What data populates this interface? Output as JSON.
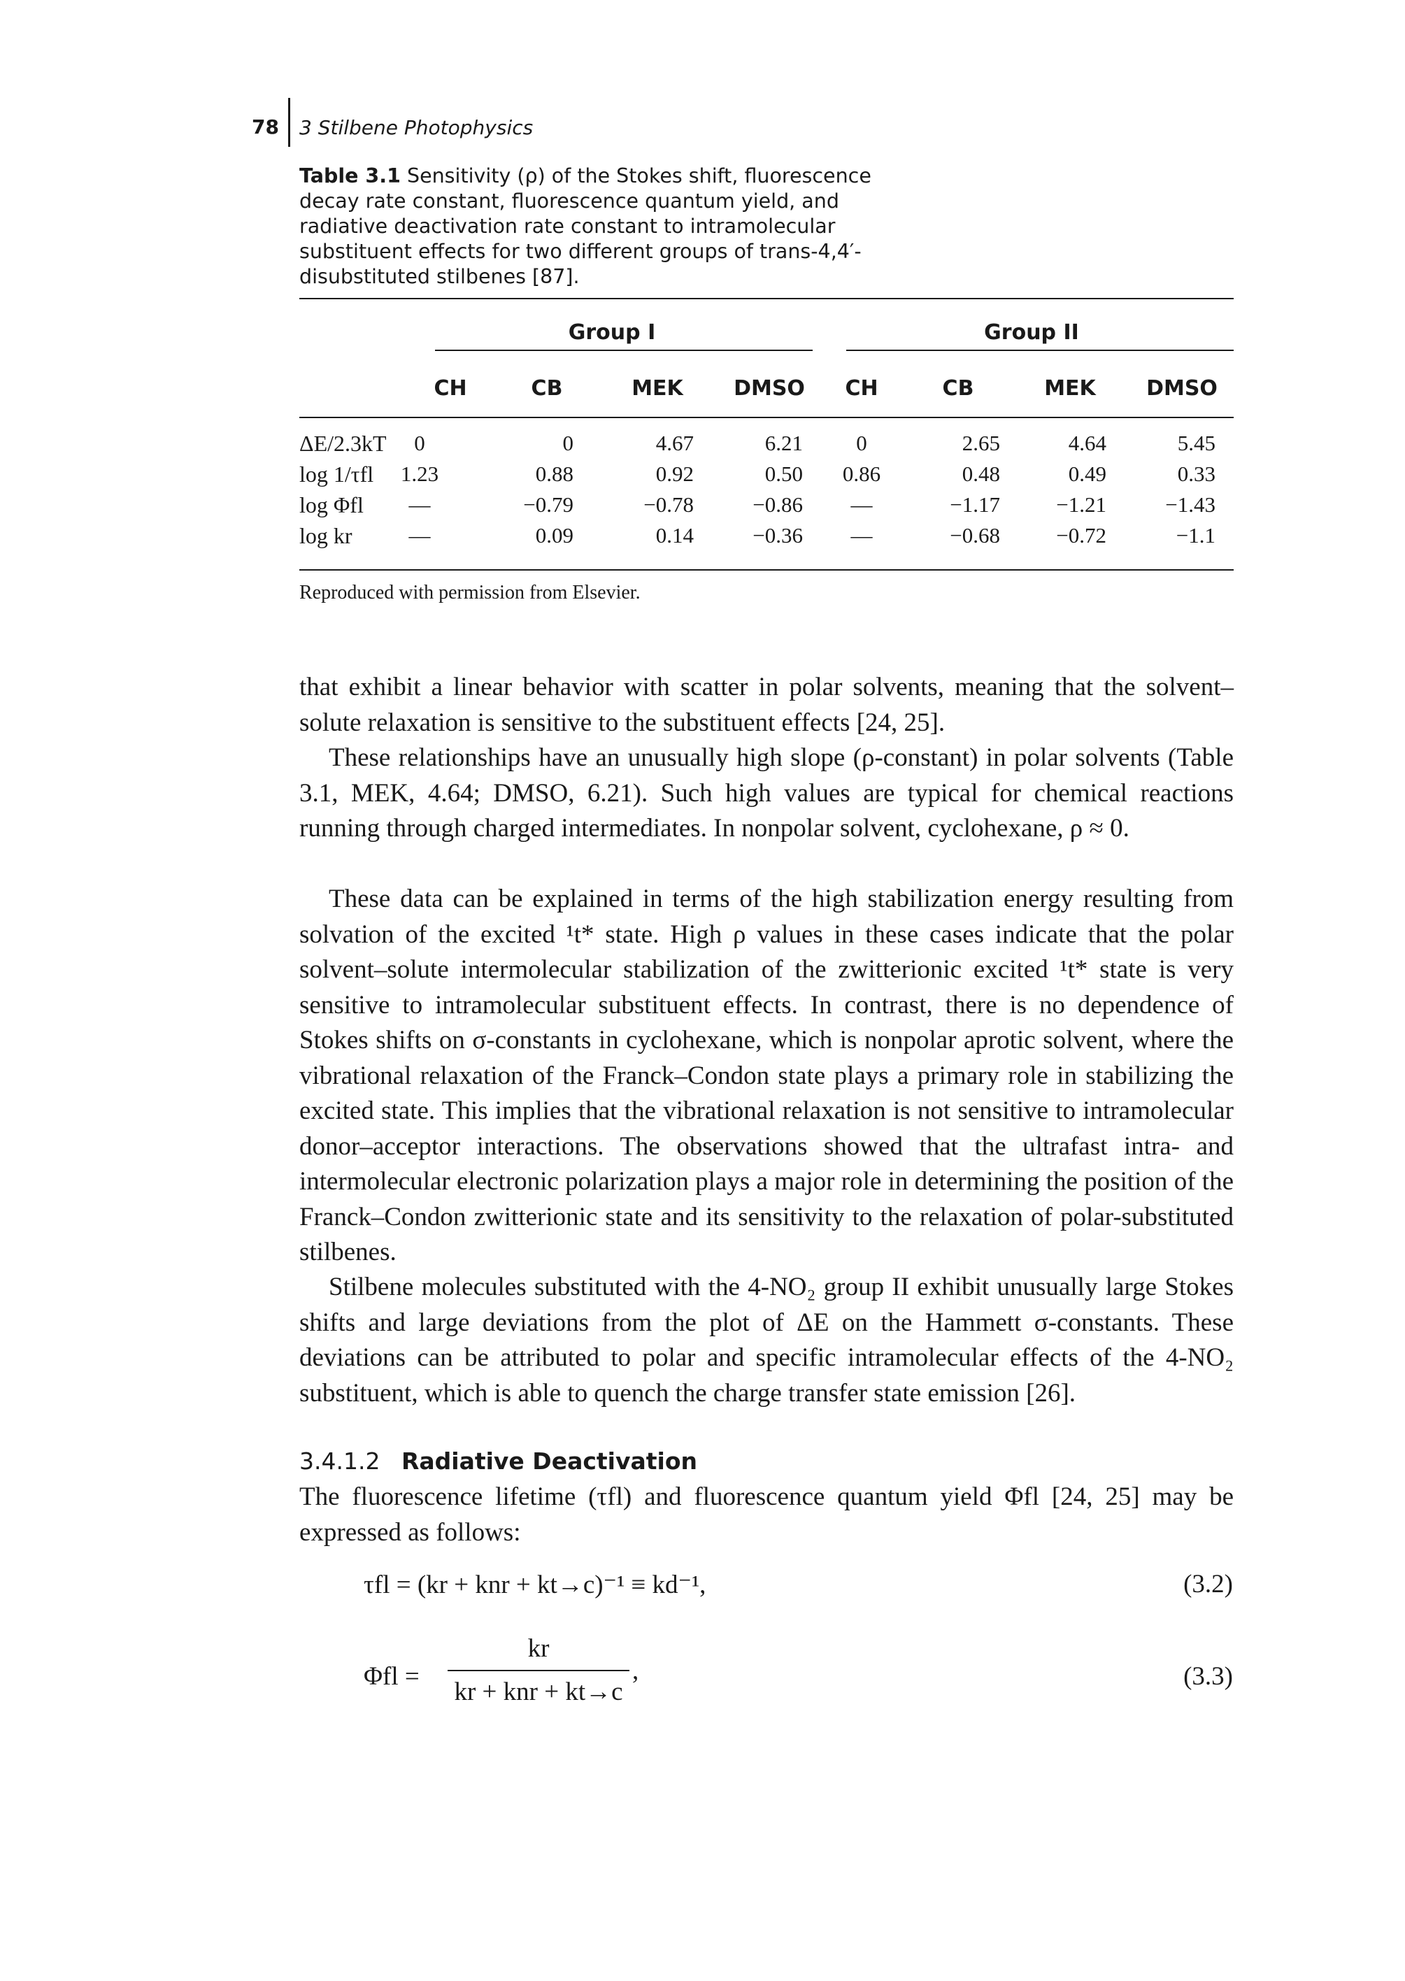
{
  "header": {
    "page_number": "78",
    "running_head": "3 Stilbene Photophysics"
  },
  "table": {
    "caption_label": "Table 3.1",
    "caption_text": "Sensitivity (ρ) of the Stokes shift, fluorescence decay rate constant, fluorescence quantum yield, and radiative deactivation rate constant to intramolecular substituent effects for two different groups of trans-4,4′-disubstituted stilbenes [87].",
    "groups": [
      "Group I",
      "Group II"
    ],
    "columns": [
      "CH",
      "CB",
      "MEK",
      "DMSO",
      "CH",
      "CB",
      "MEK",
      "DMSO"
    ],
    "rows": [
      {
        "label": "ΔE/2.3kT",
        "values": [
          "0",
          "0",
          "4.67",
          "6.21",
          "0",
          "2.65",
          "4.64",
          "5.45"
        ]
      },
      {
        "label": "log 1/τfl",
        "values": [
          "1.23",
          "0.88",
          "0.92",
          "0.50",
          "0.86",
          "0.48",
          "0.49",
          "0.33"
        ]
      },
      {
        "label": "log Φfl",
        "values": [
          "—",
          "−0.79",
          "−0.78",
          "−0.86",
          "—",
          "−1.17",
          "−1.21",
          "−1.43"
        ]
      },
      {
        "label": "log kr",
        "values": [
          "—",
          "0.09",
          "0.14",
          "−0.36",
          "—",
          "−0.68",
          "−0.72",
          "−1.1"
        ]
      }
    ],
    "note": "Reproduced with permission from Elsevier."
  },
  "body": {
    "p1": "that exhibit a linear behavior with scatter in polar solvents, meaning that the solvent–solute relaxation is sensitive to the substituent effects [24, 25].",
    "p2": "These relationships have an unusually high slope (ρ-constant) in polar solvents (Table 3.1, MEK, 4.64; DMSO, 6.21). Such high values are typical for chemical reactions running through charged intermediates. In nonpolar solvent, cyclohexane, ρ ≈ 0.",
    "p3": "These data can be explained in terms of the high stabilization energy resulting from solvation of the excited ¹t* state. High ρ values in these cases indicate that the polar solvent–solute intermolecular stabilization of the zwitterionic excited ¹t* state is very sensitive to intramolecular substituent effects. In contrast, there is no dependence of Stokes shifts on σ-constants in cyclohexane, which is nonpolar aprotic solvent, where the vibrational relaxation of the Franck–Condon state plays a primary role in stabilizing the excited state. This implies that the vibrational relaxation is not sensitive to intramolecular donor–acceptor interactions. The observations showed that the ultrafast intra- and intermolecular electronic polarization plays a major role in determining the position of the Franck–Condon zwitterionic state and its sensitivity to the relaxation of polar-substituted stilbenes.",
    "p4": "Stilbene molecules substituted with the 4-NO₂ group II exhibit unusually large Stokes shifts and large deviations from the plot of ΔE on the Hammett σ-constants. These deviations can be attributed to polar and specific intramolecular effects of the 4-NO₂ substituent, which is able to quench the charge transfer state emission [26]."
  },
  "section": {
    "number": "3.4.1.2",
    "title": "Radiative Deactivation",
    "p1": "The fluorescence lifetime (τfl) and fluorescence quantum yield Φfl [24, 25] may be expressed as follows:"
  },
  "equations": {
    "eq1": "τfl = (kr + knr + kt→c)⁻¹ ≡ kd⁻¹,",
    "eq1_number": "(3.2)",
    "eq2_lhs": "Φfl =",
    "eq2_numerator": "kr",
    "eq2_denominator": "kr + knr + kt→c",
    "eq2_tail": ",",
    "eq2_number": "(3.3)"
  }
}
